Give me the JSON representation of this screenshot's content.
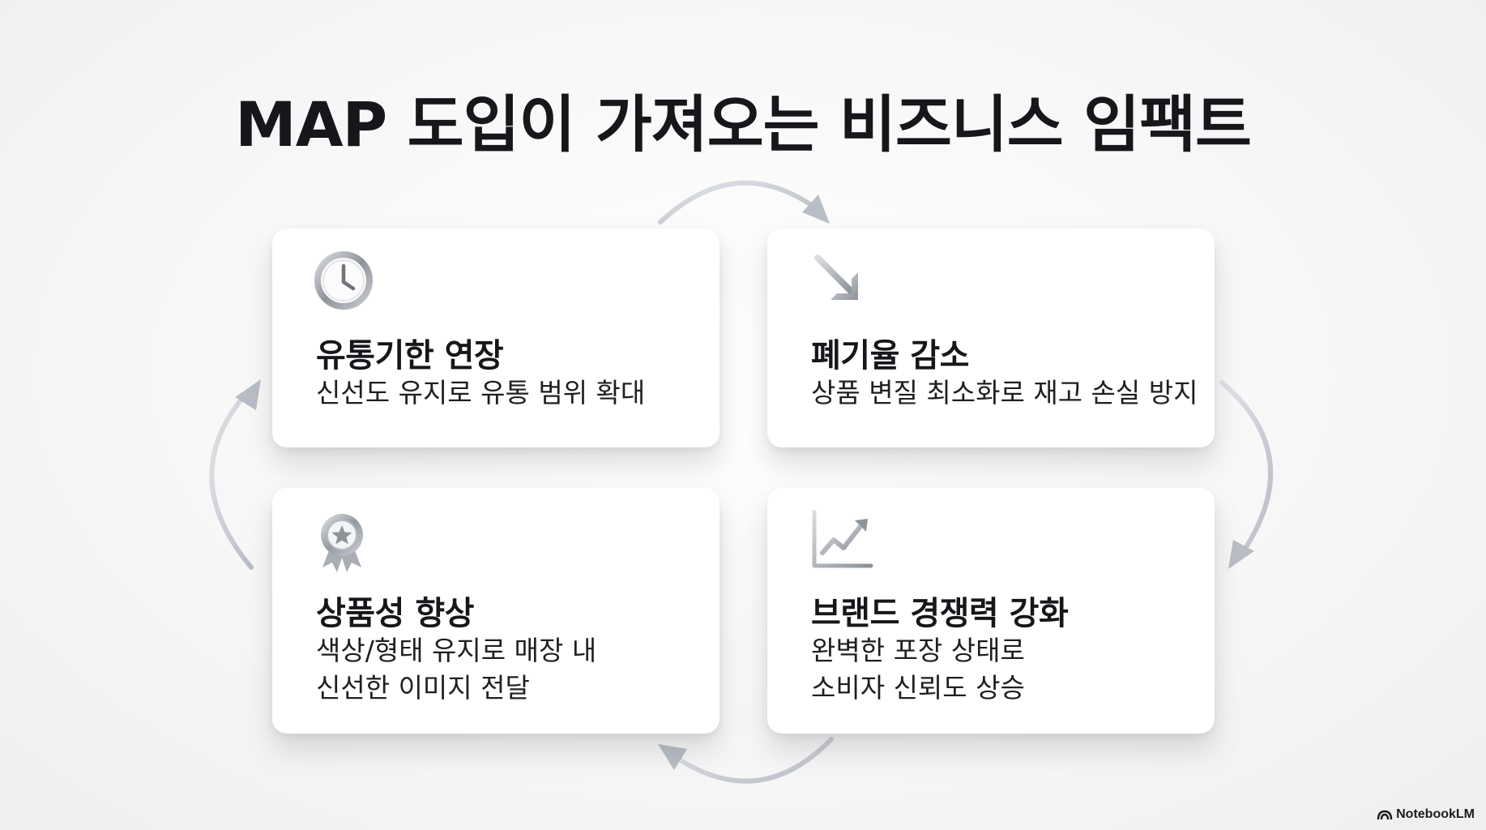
{
  "title": "MAP 도입이 가져오는 비즈니스 임팩트",
  "cards": [
    {
      "title": "유통기한 연장",
      "icon": "clock-icon",
      "desc_lines": [
        "신선도 유지로 유통 범위 확대"
      ]
    },
    {
      "title": "폐기율 감소",
      "icon": "arrow-down-right-icon",
      "desc_lines": [
        "상품 변질 최소화로 재고 손실 방지"
      ]
    },
    {
      "title": "상품성 향상",
      "icon": "award-ribbon-icon",
      "desc_lines": [
        "색상/형태 유지로 매장 내",
        "신선한 이미지 전달"
      ]
    },
    {
      "title": "브랜드 경쟁력 강화",
      "icon": "trending-up-chart-icon",
      "desc_lines": [
        "완벽한 포장 상태로",
        "소비자 신뢰도 상승"
      ]
    }
  ],
  "brand": "NotebookLM",
  "colors": {
    "title": "#15171a",
    "arrow": "#c5c9d0",
    "icon_silver": "#a7abb2"
  }
}
